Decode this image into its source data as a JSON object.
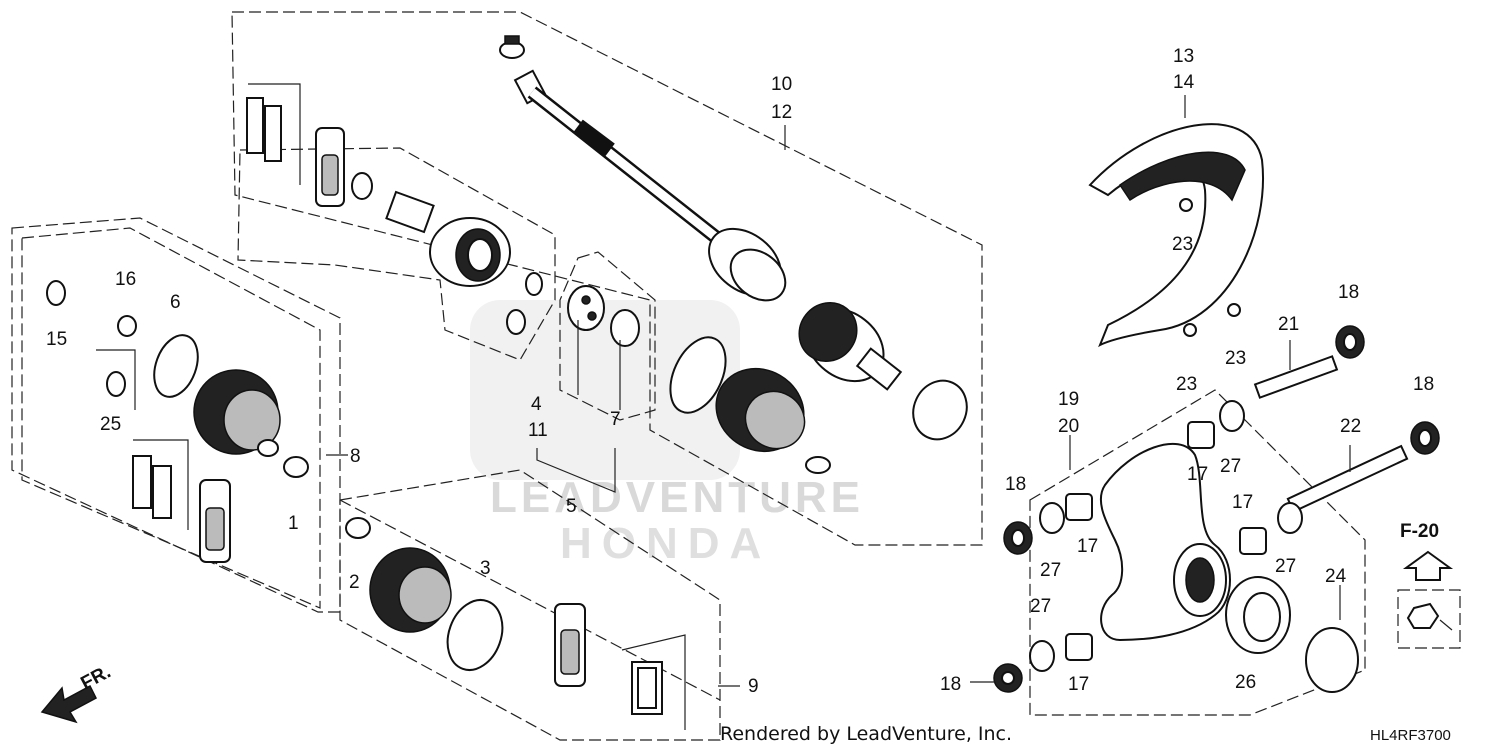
{
  "callouts": {
    "c1": "1",
    "c2": "2",
    "c3": "3",
    "c4": "4",
    "c5": "5",
    "c6": "6",
    "c7": "7",
    "c8": "8",
    "c9": "9",
    "c10": "10",
    "c11": "11",
    "c12": "12",
    "c13": "13",
    "c14": "14",
    "c15": "15",
    "c16": "16",
    "c17": "17",
    "c18": "18",
    "c19": "19",
    "c20": "20",
    "c21": "21",
    "c22": "22",
    "c23": "23",
    "c24": "24",
    "c25": "25",
    "c26": "26",
    "c27": "27"
  },
  "ref": "F-20",
  "direction": "FR.",
  "credit": "Rendered by LeadVenture, Inc.",
  "diagram_code": "HL4RF3700",
  "watermark": "LEADVENTURE",
  "watermark_brand": "HONDA"
}
